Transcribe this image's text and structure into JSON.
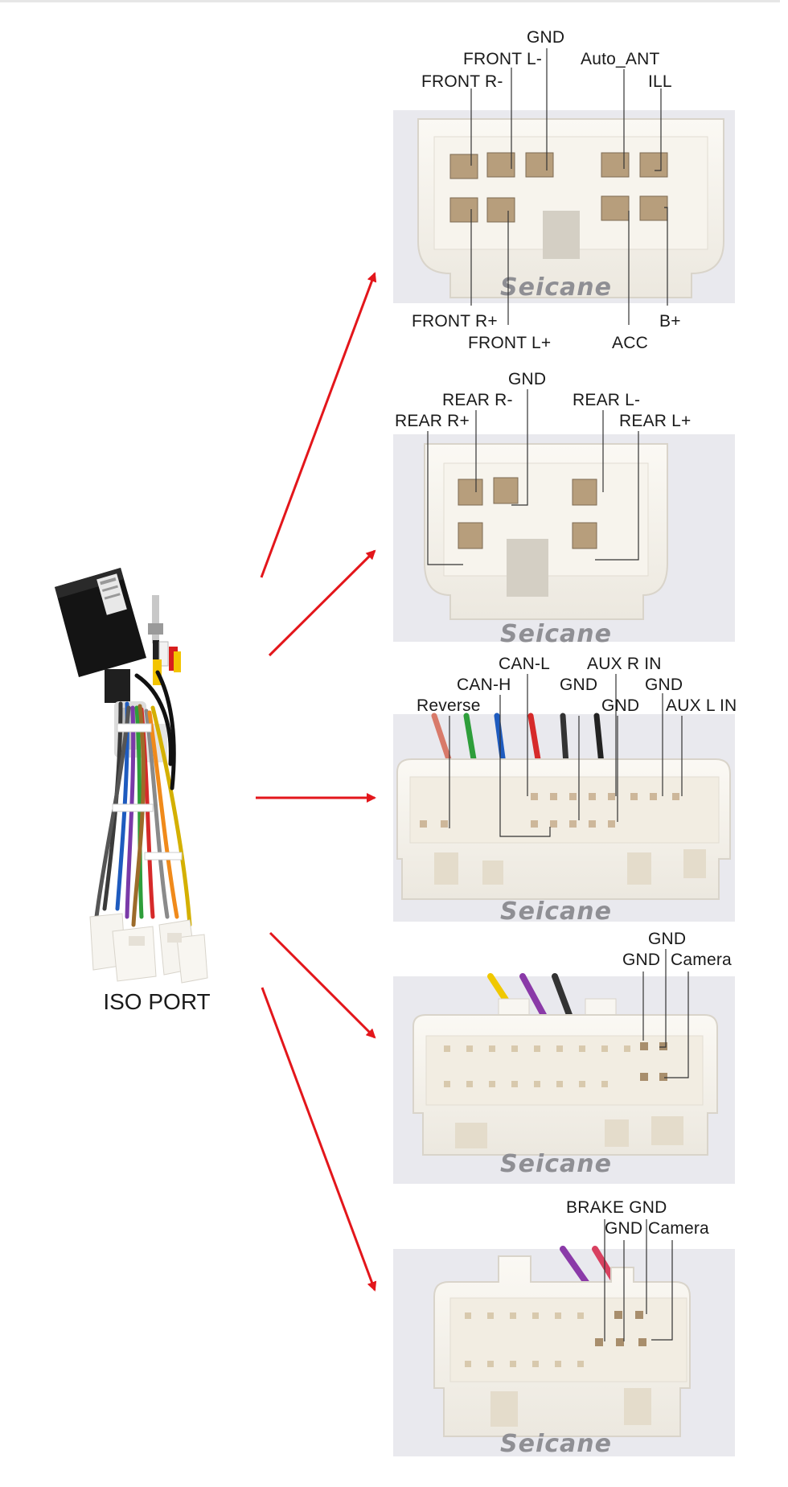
{
  "harness_label": "ISO PORT",
  "watermark": "Seicane",
  "connectors": [
    {
      "top_labels": [
        "GND",
        "FRONT L-",
        "FRONT R-",
        "Auto_ANT",
        "ILL"
      ],
      "bottom_labels": [
        "FRONT R+",
        "FRONT L+",
        "ACC",
        "B+"
      ]
    },
    {
      "top_labels": [
        "GND",
        "REAR R-",
        "REAR R+",
        "REAR L-",
        "REAR L+"
      ],
      "bottom_labels": []
    },
    {
      "top_labels": [
        "CAN-L",
        "AUX R IN",
        "CAN-H",
        "GND",
        "GND",
        "Reverse",
        "GND",
        "AUX L IN"
      ],
      "bottom_labels": []
    },
    {
      "top_labels": [
        "GND",
        "GND",
        "Camera"
      ],
      "bottom_labels": []
    },
    {
      "top_labels": [
        "BRAKE GND",
        "GND",
        "Camera"
      ],
      "bottom_labels": []
    }
  ],
  "colors": {
    "arrow": "#e3161b",
    "connector_body": "#f4f1ea",
    "photo_background": "#e9e9ee",
    "pin_metal": "#b79e7c",
    "leader_line": "#333333",
    "watermark": "#8f8f94"
  }
}
